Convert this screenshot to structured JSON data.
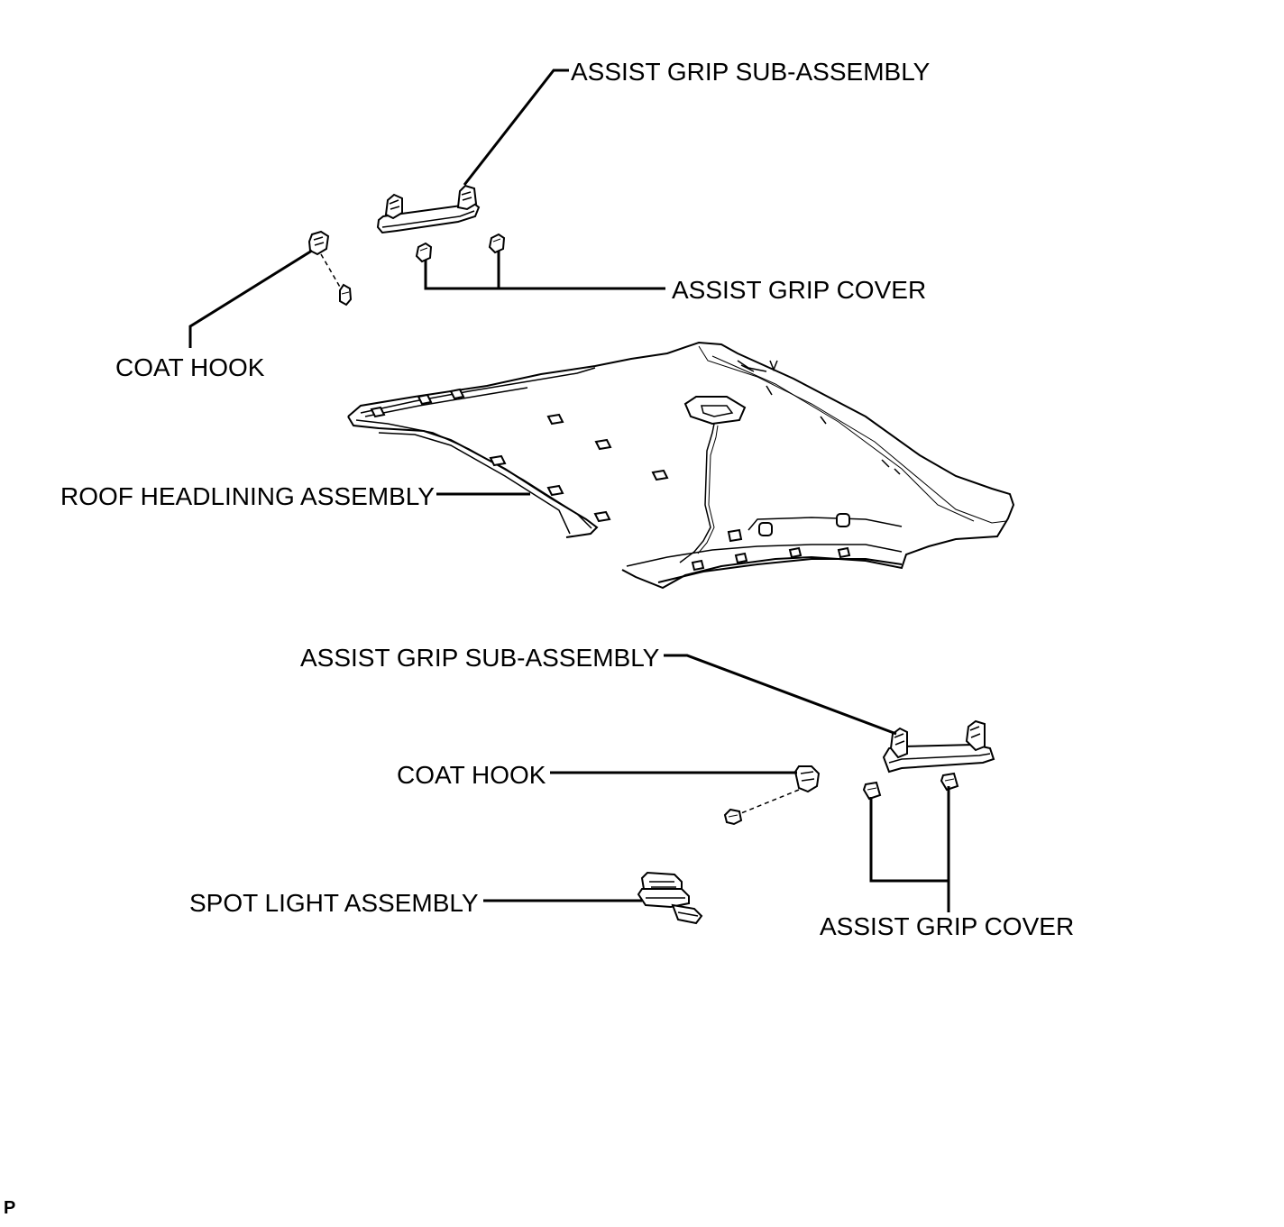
{
  "labels": {
    "assist_grip_sub_assembly_top": "ASSIST GRIP SUB-ASSEMBLY",
    "assist_grip_cover_top": "ASSIST GRIP COVER",
    "coat_hook_top": "COAT HOOK",
    "roof_headlining_assembly": "ROOF HEADLINING ASSEMBLY",
    "assist_grip_sub_assembly_bottom": "ASSIST GRIP SUB-ASSEMBLY",
    "coat_hook_bottom": "COAT HOOK",
    "spot_light_assembly": "SPOT LIGHT ASSEMBLY",
    "assist_grip_cover_bottom": "ASSIST GRIP COVER"
  },
  "corner_mark": "P"
}
